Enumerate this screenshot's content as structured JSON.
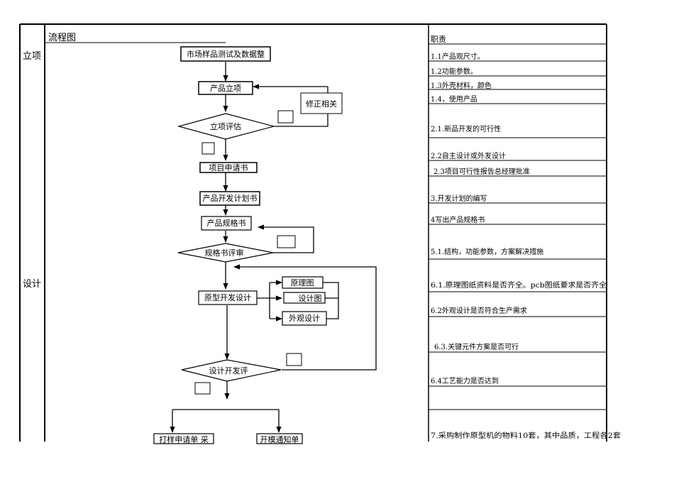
{
  "headers": {
    "flow": "流程图",
    "duty": "职责"
  },
  "phases": {
    "lixiang": "立项",
    "sheji": "设计"
  },
  "nodes": {
    "market_test": "市场样品测试及数据整",
    "product_init": "产品立项",
    "revise": "修正相关",
    "init_review": "立项评估",
    "project_request": "项目申请书",
    "dev_plan": "产品开发计划书",
    "spec": "产品规格书",
    "spec_review": "规格书评审",
    "prototype": "原型开发设计",
    "schematic": "原理图",
    "design_drawing": "设计图",
    "appearance": "外观设计",
    "design_review": "设计开发评",
    "sample_request": "打样申请单  采",
    "mold_notice": "开模通知单"
  },
  "duties": [
    "1.1产品观尺寸。",
    "1.2功能参数。",
    "1.3外壳材料，颜色",
    "1.4，使用产品",
    "2.1.新品开发的可行性",
    "2.2自主设计或外发设计",
    "2.3项目可行性报告总经理批准",
    "3.开发计划的编写",
    "4写出产品规格书",
    "5.1.结构，功能参数，方案解决措施",
    "6.1.原理图纸资料是否齐全。pcb图纸要求是否齐全",
    "6.2外观设计是否符合生产需求",
    "6.3.关键元件方案是否可行",
    "6.4工艺能力是否达到",
    "7.采购制作原型机的物料10套，其中品质，工程各2套"
  ]
}
